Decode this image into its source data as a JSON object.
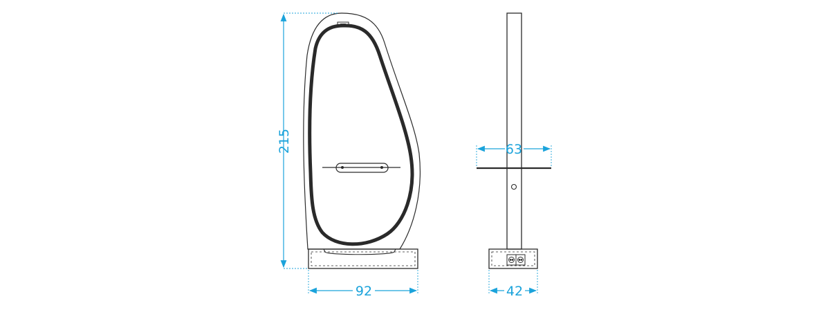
{
  "colors": {
    "line": "#2a2a2a",
    "accent": "#1ba3db",
    "background": "#ffffff"
  },
  "dimensions": {
    "height": "215",
    "front_width": "92",
    "shelf_width": "63",
    "base_depth": "42"
  }
}
